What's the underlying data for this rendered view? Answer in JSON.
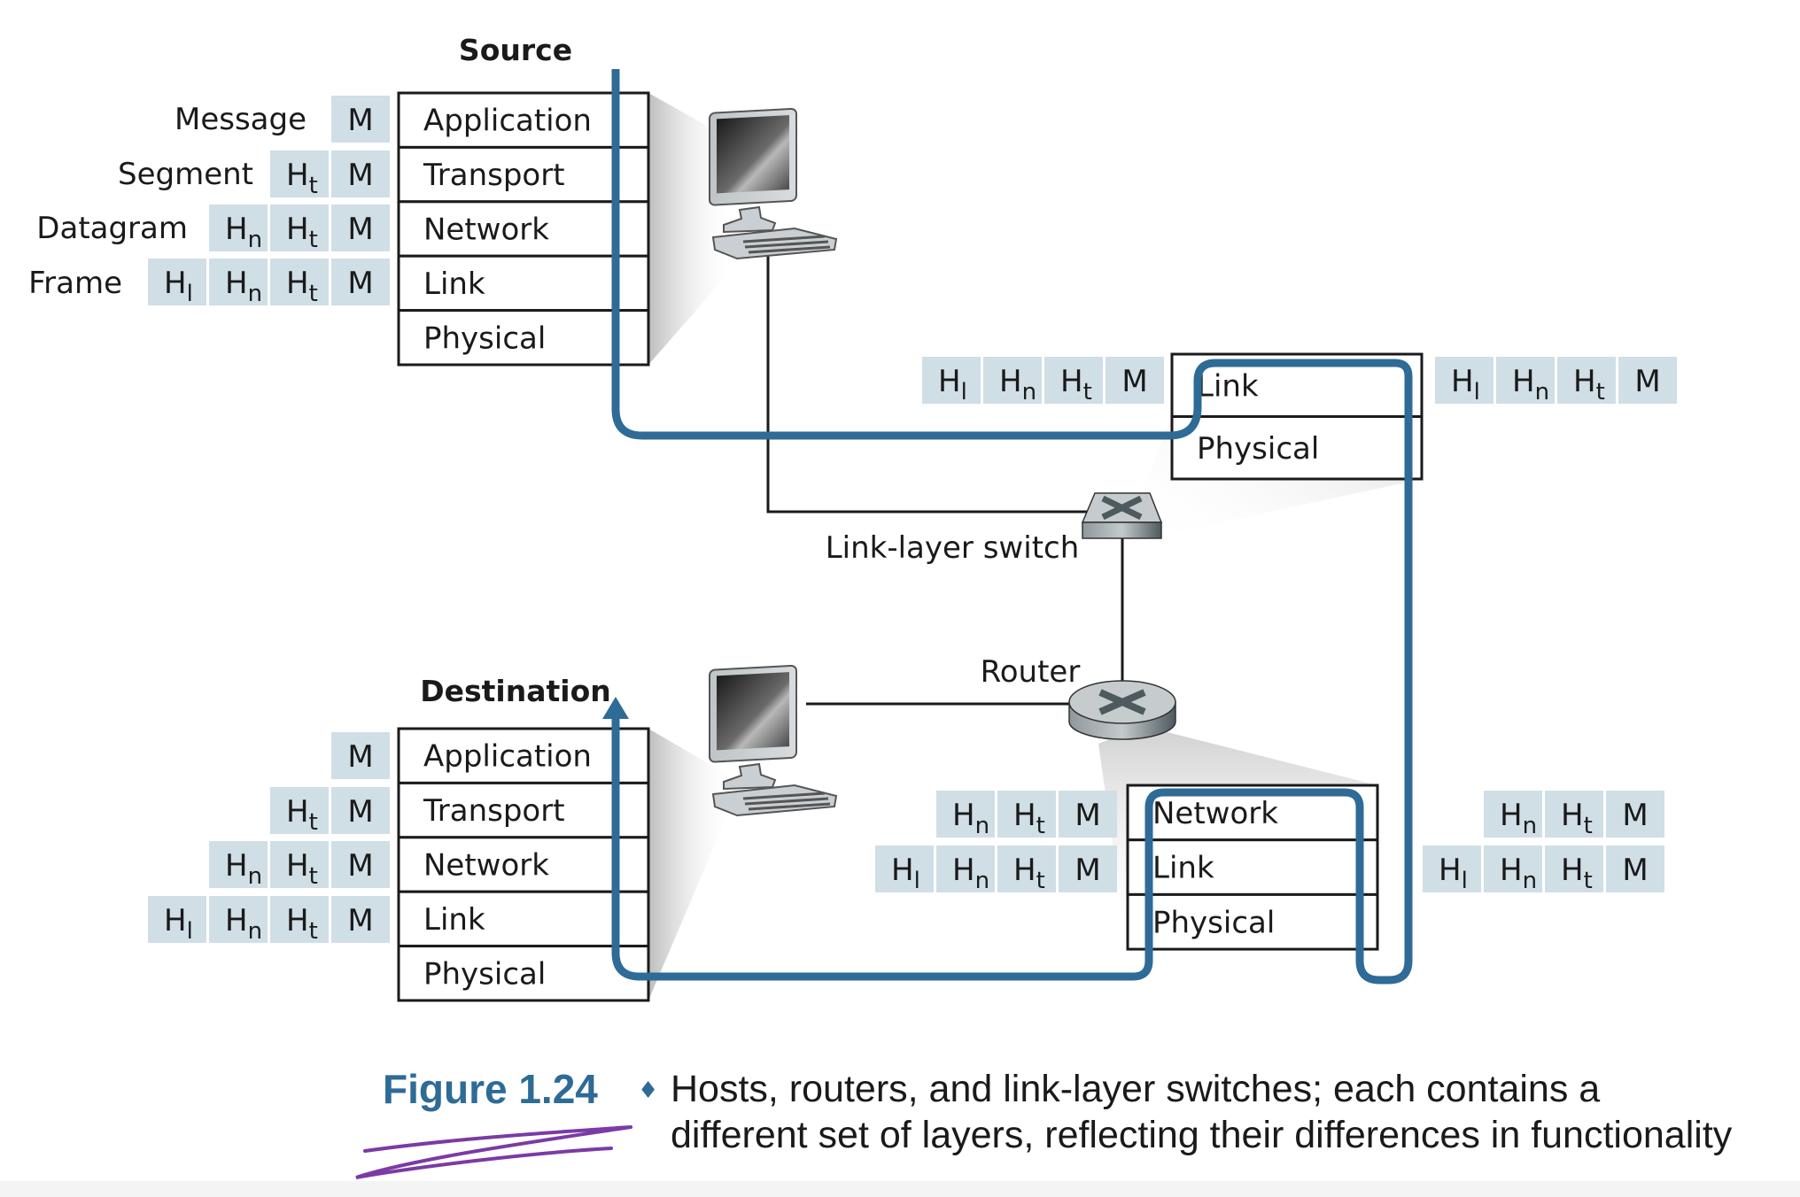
{
  "colors": {
    "flow": "#2e6b96",
    "header_cell": "#d0dee6",
    "caption_accent": "#2e6b96",
    "annotation": "#7b3aa6"
  },
  "source": {
    "title": "Source",
    "layers": [
      "Application",
      "Transport",
      "Network",
      "Link",
      "Physical"
    ],
    "pdu_labels": [
      "Message",
      "Segment",
      "Datagram",
      "Frame"
    ],
    "pdu_rows": [
      [
        {
          "base": "M",
          "sub": ""
        }
      ],
      [
        {
          "base": "H",
          "sub": "t"
        },
        {
          "base": "M",
          "sub": ""
        }
      ],
      [
        {
          "base": "H",
          "sub": "n"
        },
        {
          "base": "H",
          "sub": "t"
        },
        {
          "base": "M",
          "sub": ""
        }
      ],
      [
        {
          "base": "H",
          "sub": "l"
        },
        {
          "base": "H",
          "sub": "n"
        },
        {
          "base": "H",
          "sub": "t"
        },
        {
          "base": "M",
          "sub": ""
        }
      ]
    ],
    "device_icon": "computer-icon"
  },
  "destination": {
    "title": "Destination",
    "layers": [
      "Application",
      "Transport",
      "Network",
      "Link",
      "Physical"
    ],
    "pdu_rows": [
      [
        {
          "base": "M",
          "sub": ""
        }
      ],
      [
        {
          "base": "H",
          "sub": "t"
        },
        {
          "base": "M",
          "sub": ""
        }
      ],
      [
        {
          "base": "H",
          "sub": "n"
        },
        {
          "base": "H",
          "sub": "t"
        },
        {
          "base": "M",
          "sub": ""
        }
      ],
      [
        {
          "base": "H",
          "sub": "l"
        },
        {
          "base": "H",
          "sub": "n"
        },
        {
          "base": "H",
          "sub": "t"
        },
        {
          "base": "M",
          "sub": ""
        }
      ]
    ],
    "device_icon": "computer-icon"
  },
  "switch": {
    "label": "Link-layer switch",
    "layers": [
      "Link",
      "Physical"
    ],
    "left_frame": [
      {
        "base": "H",
        "sub": "l"
      },
      {
        "base": "H",
        "sub": "n"
      },
      {
        "base": "H",
        "sub": "t"
      },
      {
        "base": "M",
        "sub": ""
      }
    ],
    "right_frame": [
      {
        "base": "H",
        "sub": "l"
      },
      {
        "base": "H",
        "sub": "n"
      },
      {
        "base": "H",
        "sub": "t"
      },
      {
        "base": "M",
        "sub": ""
      }
    ],
    "device_icon": "switch-icon"
  },
  "router": {
    "label": "Router",
    "layers": [
      "Network",
      "Link",
      "Physical"
    ],
    "left_rows": [
      [
        {
          "base": "H",
          "sub": "n"
        },
        {
          "base": "H",
          "sub": "t"
        },
        {
          "base": "M",
          "sub": ""
        }
      ],
      [
        {
          "base": "H",
          "sub": "l"
        },
        {
          "base": "H",
          "sub": "n"
        },
        {
          "base": "H",
          "sub": "t"
        },
        {
          "base": "M",
          "sub": ""
        }
      ]
    ],
    "right_rows": [
      [
        {
          "base": "H",
          "sub": "n"
        },
        {
          "base": "H",
          "sub": "t"
        },
        {
          "base": "M",
          "sub": ""
        }
      ],
      [
        {
          "base": "H",
          "sub": "l"
        },
        {
          "base": "H",
          "sub": "n"
        },
        {
          "base": "H",
          "sub": "t"
        },
        {
          "base": "M",
          "sub": ""
        }
      ]
    ],
    "device_icon": "router-icon"
  },
  "caption": {
    "figure_label": "Figure 1.24",
    "separator": "♦",
    "line1": "Hosts, routers, and link-layer switches; each contains a",
    "line2": "different set of layers, reflecting their differences in functionality"
  }
}
